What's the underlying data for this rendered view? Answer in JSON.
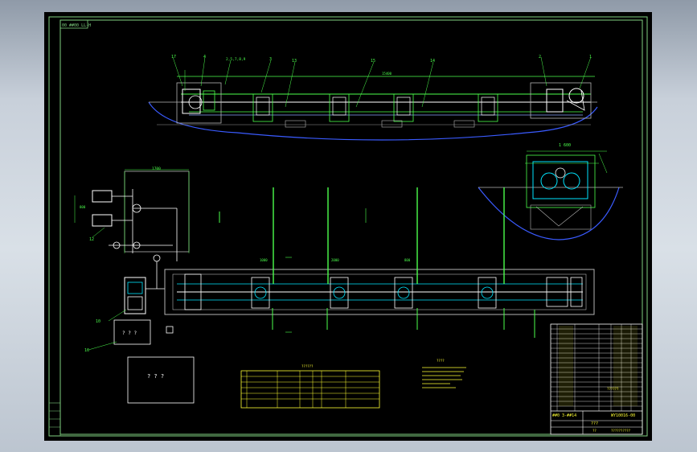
{
  "drawing": {
    "frame_label": "00 ##00 LL-H",
    "dim_length": "15400",
    "dim_side": "1 600",
    "dim_plan": "1700",
    "dim_a": "1000",
    "dim_b": "2000",
    "dim_c": "800",
    "callout_17": "17",
    "callout_4": "4",
    "callout_combo": "2,5,7,8,9",
    "callout_3": "3",
    "callout_13": "13",
    "callout_15": "15",
    "callout_14": "14",
    "callout_2": "2",
    "callout_1": "1",
    "callout_12": "12",
    "callout_10": "10",
    "callout_16": "16",
    "box1_text": "? ? ?",
    "box2_text": "? ? ?",
    "notes_title": "????",
    "parts_title": "??????",
    "title_name": "??????",
    "title_code": "##0 3-##14",
    "title_code2": "WY10016-00",
    "title_drawing_no": "???",
    "title_scale": "??",
    "title_footer": "??????????"
  }
}
